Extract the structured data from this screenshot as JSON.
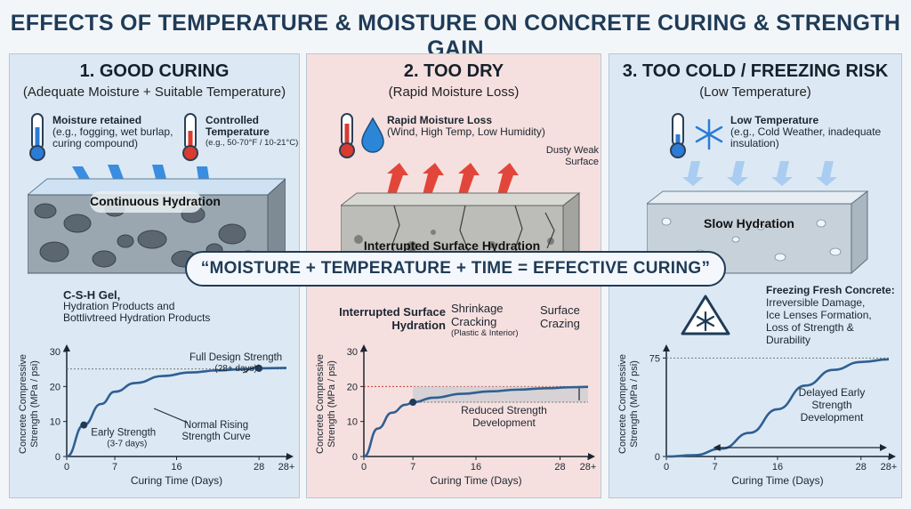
{
  "title": "EFFECTS OF TEMPERATURE & MOISTURE ON CONCRETE CURING & STRENGTH GAIN",
  "banner": "“MOISTURE + TEMPERATURE + TIME = EFFECTIVE CURING”",
  "panels": [
    {
      "title": "1. GOOD CURING",
      "subtitle": "(Adequate Moisture + Suitable Temperature)",
      "callout1": {
        "title": "Moisture retained",
        "body": "(e.g., fogging, wet burlap, curing compound)"
      },
      "callout2": {
        "title": "Controlled Temperature",
        "body": "(e.g., 50-70°F / 10-21°C)"
      },
      "block_label": "Continuous Hydration",
      "note_title": "C-S-H Gel,",
      "note_lines": [
        "Hydration Products and",
        "Bottlivtreed Hydration Products"
      ]
    },
    {
      "title": "2. TOO DRY",
      "subtitle": "(Rapid Moisture Loss)",
      "callout1": {
        "title": "Rapid Moisture Loss",
        "body": "(Wind, High Temp, Low Humidity)"
      },
      "dusty": "Dusty Weak Surface",
      "block_label": "Interrupted Surface Hydration",
      "note1": "Interrupted Surface Hydration",
      "note2": "Shrinkage Cracking",
      "note2_sub": "(Plastic & Interior)",
      "note3": "Surface Crazing"
    },
    {
      "title": "3. TOO COLD / FREEZING RISK",
      "subtitle": "(Low Temperature)",
      "callout1": {
        "title": "Low Temperature",
        "body": "(e.g., Cold Weather, inadequate insulation)"
      },
      "block_label": "Slow Hydration",
      "freeze_title": "Freezing Fresh Concrete:",
      "freeze_lines": [
        "Irreversible Damage,",
        "Ice Lenses Formation,",
        "Loss of Strength & Durability"
      ]
    }
  ],
  "chart_data": [
    {
      "type": "line",
      "ylabel": "Concrete Compressive Strength (MPa / psi)",
      "xlabel": "Curing Time (Days)",
      "xticks": [
        "0",
        "7",
        "16",
        "28",
        "28+"
      ],
      "yticks": [
        "0",
        "10",
        "20",
        "30"
      ],
      "ylim": [
        0,
        30
      ],
      "x": [
        0,
        2.5,
        5,
        7,
        10,
        14,
        18,
        22,
        26,
        28,
        32
      ],
      "y": [
        0,
        9,
        15,
        18.5,
        21,
        23,
        24,
        24.6,
        25,
        25.2,
        25.3
      ],
      "reference_line": 25,
      "annotations": [
        {
          "text": "Full Design Strength",
          "sub": "(28+ days)",
          "x": 28,
          "y": 25.2
        },
        {
          "text": "Normal Rising Strength Curve",
          "x": 14,
          "y": 22
        },
        {
          "text": "Early Strength",
          "sub": "(3-7 days)",
          "x": 2.5,
          "y": 9
        }
      ]
    },
    {
      "type": "line",
      "ylabel": "Concrete Compressive Strength (MPa / psi)",
      "xlabel": "Curing Time (Days)",
      "xticks": [
        "0",
        "7",
        "16",
        "28",
        "28+"
      ],
      "yticks": [
        "0",
        "10",
        "20",
        "30"
      ],
      "ylim": [
        0,
        30
      ],
      "x": [
        0,
        2,
        4,
        6,
        7,
        10,
        14,
        18,
        22,
        26,
        30,
        32
      ],
      "y": [
        0,
        8,
        12.5,
        14.8,
        15.5,
        16.8,
        17.9,
        18.6,
        19.1,
        19.5,
        19.8,
        19.9
      ],
      "reference_line": 20,
      "annotations": [
        {
          "text": "Reduced Strength Development",
          "x": 20,
          "y": 10
        }
      ]
    },
    {
      "type": "line",
      "ylabel": "Concrete Compressive Strength (MPa / psi)",
      "xlabel": "Curing Time (Days)",
      "xticks": [
        "0",
        "7",
        "16",
        "28",
        "28+"
      ],
      "yticks": [
        "0",
        "75"
      ],
      "ylim": [
        0,
        80
      ],
      "x": [
        0,
        4,
        8,
        12,
        16,
        20,
        24,
        28,
        32
      ],
      "y": [
        0,
        1,
        6,
        18,
        36,
        54,
        66,
        72,
        74
      ],
      "reference_line": 75,
      "annotations": [
        {
          "text": "Delayed Early Strength Development",
          "x": 20,
          "y": 40
        }
      ]
    }
  ]
}
